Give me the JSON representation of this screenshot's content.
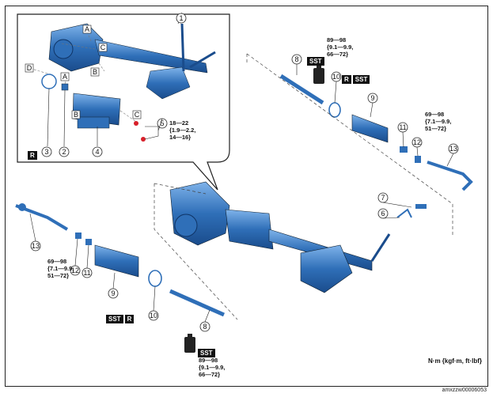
{
  "callouts": [
    "1",
    "2",
    "3",
    "4",
    "5",
    "6",
    "7",
    "8",
    "9",
    "10",
    "11",
    "12",
    "13"
  ],
  "detail_letters": [
    "A",
    "B",
    "C",
    "D"
  ],
  "badges": {
    "sst": "SST",
    "r": "R"
  },
  "torque": {
    "t5": {
      "line1": "18—22",
      "line2": "{1.9—2.2,",
      "line3": "14—16}"
    },
    "t8": {
      "line1": "89—98",
      "line2": "{9.1—9.9,",
      "line3": "66—72}"
    },
    "t12": {
      "line1": "69—98",
      "line2": "{7.1—9.9,",
      "line3": "51—72}"
    }
  },
  "units_label": "N·m {kgf·m, ft·lbf}",
  "image_code": "amxzzw00006053",
  "colors": {
    "part_blue": "#2f6fb8",
    "part_dark": "#1a4c8c",
    "part_light": "#6ea6e0",
    "red_bolt": "#d8202a"
  }
}
